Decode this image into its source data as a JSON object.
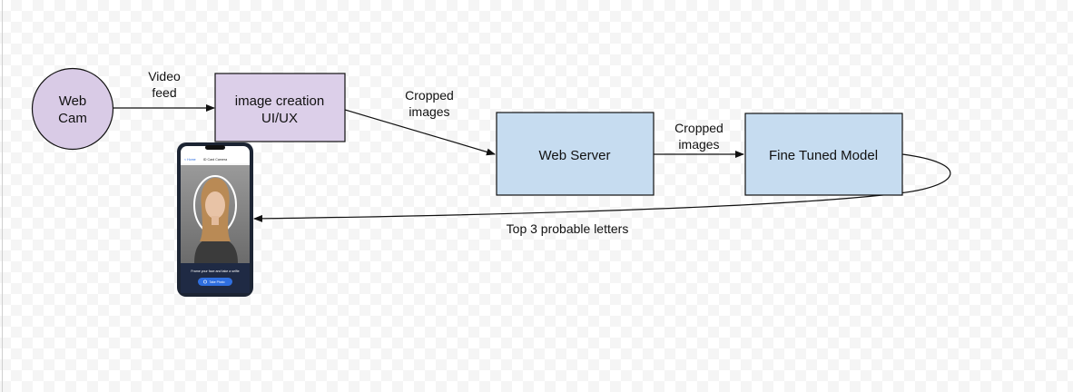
{
  "colors": {
    "webcam_fill": "#d9cbe6",
    "image_creation_fill": "#dccfe9",
    "server_fill": "#c6dcf0",
    "model_fill": "#c6dcf0",
    "stroke": "#111111",
    "phone_bezel": "#1c2433",
    "phone_button": "#2f6fe0"
  },
  "nodes": {
    "webcam": {
      "line1": "Web",
      "line2": "Cam"
    },
    "image_creation": {
      "line1": "image creation",
      "line2": "UI/UX"
    },
    "web_server": {
      "label": "Web Server"
    },
    "fine_tuned_model": {
      "label": "Fine Tuned Model"
    }
  },
  "edges": {
    "video_feed": {
      "line1": "Video",
      "line2": "feed"
    },
    "cropped_1": {
      "line1": "Cropped",
      "line2": "images"
    },
    "cropped_2": {
      "line1": "Cropped",
      "line2": "images"
    },
    "result": {
      "label": "Top  3 probable letters"
    }
  },
  "phone": {
    "nav_back": "< Home",
    "nav_title": "ID Card Camera",
    "instruction": "Frame your face and take a selfie",
    "button_label": "Take Photo",
    "camera_icon": "camera-icon"
  }
}
